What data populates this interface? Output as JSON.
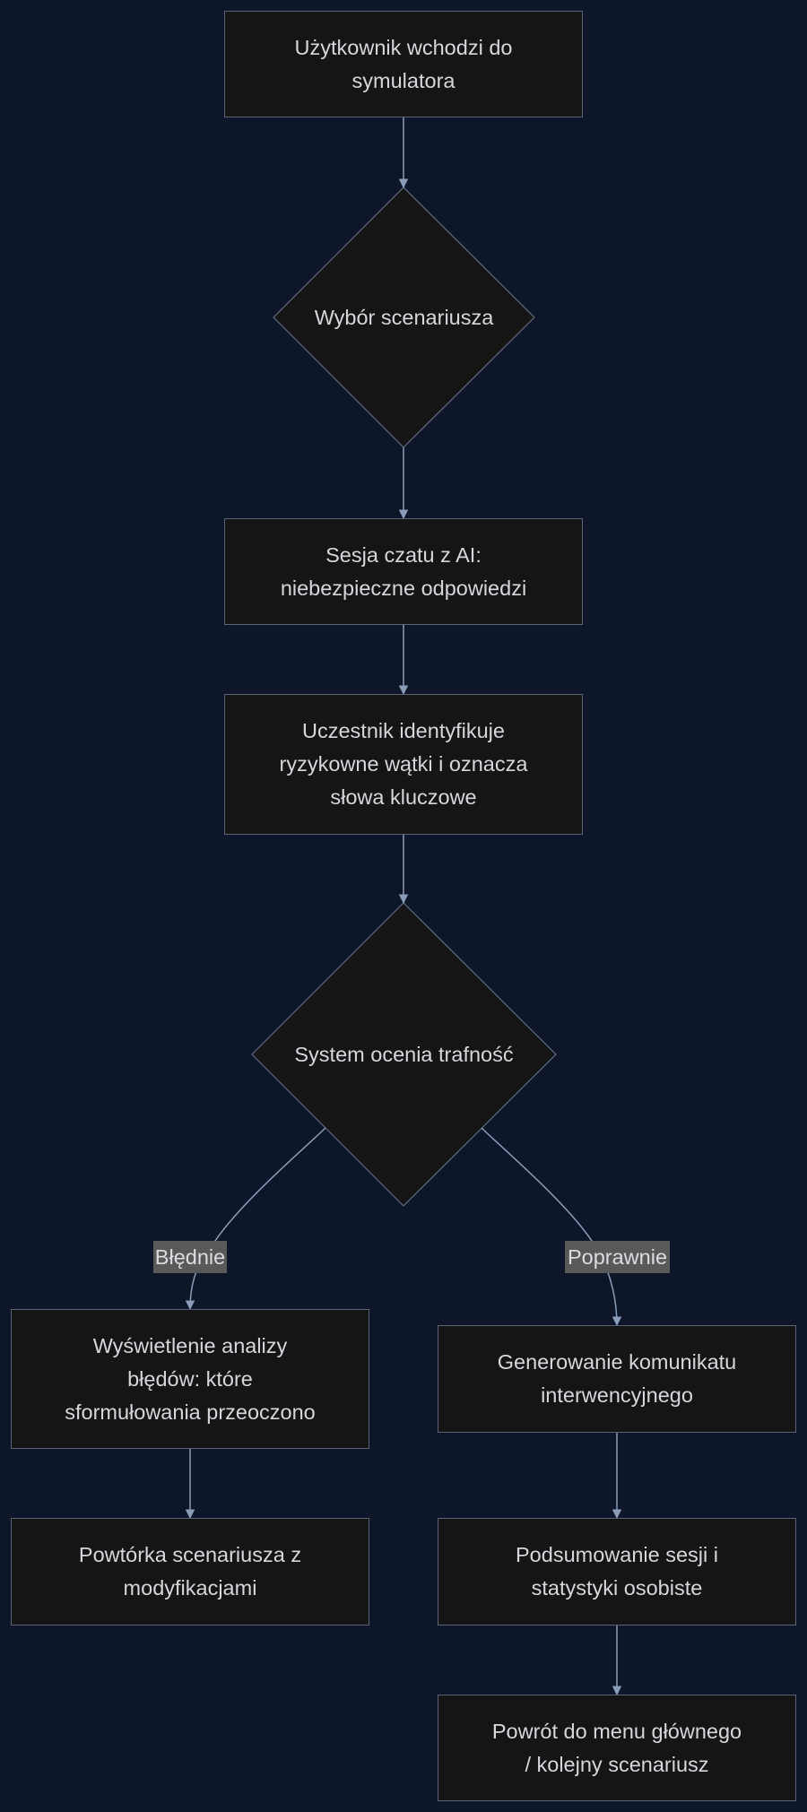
{
  "colors": {
    "background": "#0e172a",
    "node_fill": "#151515",
    "node_border": "#5a6378",
    "edge": "#8b9cb8",
    "text": "#d4d7dc",
    "label_fill": "#595959"
  },
  "nodes": {
    "start": {
      "lines": [
        "Użytkownik wchodzi do",
        "symulatora"
      ]
    },
    "choose": {
      "text": "Wybór scenariusza"
    },
    "chat": {
      "lines": [
        "Sesja czatu z AI:",
        "niebezpieczne odpowiedzi"
      ]
    },
    "identify": {
      "lines": [
        "Uczestnik identyfikuje",
        "ryzykowne wątki i oznacza",
        "słowa kluczowe"
      ]
    },
    "evaluate": {
      "text": "System ocenia trafność"
    },
    "errors": {
      "lines": [
        "Wyświetlenie analizy",
        "błędów: które",
        "sformułowania przeoczono"
      ]
    },
    "repeat": {
      "lines": [
        "Powtórka scenariusza z",
        "modyfikacjami"
      ]
    },
    "intervention": {
      "lines": [
        "Generowanie komunikatu",
        "interwencyjnego"
      ]
    },
    "summary": {
      "lines": [
        "Podsumowanie sesji i",
        "statystyki osobiste"
      ]
    },
    "back": {
      "lines": [
        "Powrót do menu głównego",
        "/ kolejny scenariusz"
      ]
    }
  },
  "edge_labels": {
    "wrong": "Błędnie",
    "correct": "Poprawnie"
  }
}
